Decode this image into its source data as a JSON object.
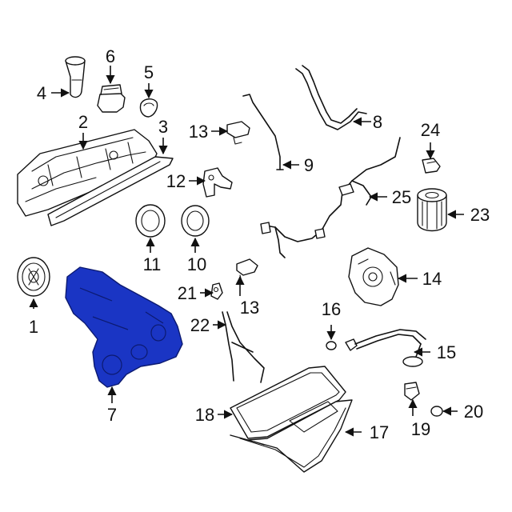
{
  "callouts": {
    "c1": "1",
    "c2": "2",
    "c3": "3",
    "c4": "4",
    "c5": "5",
    "c6": "6",
    "c7": "7",
    "c8": "8",
    "c9": "9",
    "c10": "10",
    "c11": "11",
    "c12": "12",
    "c13a": "13",
    "c13b": "13",
    "c14": "14",
    "c15": "15",
    "c16": "16",
    "c17": "17",
    "c18": "18",
    "c19": "19",
    "c20": "20",
    "c21": "21",
    "c22": "22",
    "c23": "23",
    "c24": "24",
    "c25": "25"
  },
  "colors": {
    "highlight": "#1a35c4",
    "line": "#111111",
    "background": "#ffffff"
  }
}
